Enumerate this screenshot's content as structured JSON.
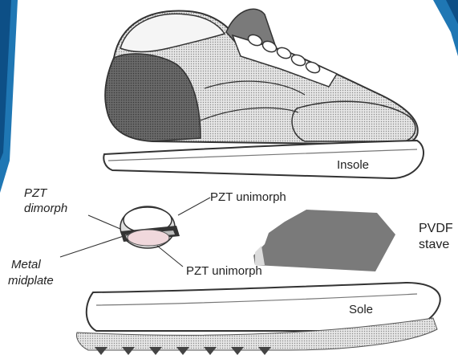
{
  "labels": {
    "insole": "Insole",
    "sole": "Sole",
    "pzt_dimorph_line1": "PZT",
    "pzt_dimorph_line2": "dimorph",
    "pzt_unimorph_top": "PZT unimorph",
    "pzt_unimorph_bottom": "PZT unimorph",
    "metal_midplate_line1": "Metal",
    "metal_midplate_line2": "midplate",
    "pvdf_line1": "PVDF",
    "pvdf_line2": "stave"
  },
  "colors": {
    "frame_blue": "#1f77b4",
    "outline": "#333333",
    "shoe_dark": "#6f6f6f",
    "shoe_light": "#d9d9d9",
    "stave_gray": "#7a7a7a"
  }
}
